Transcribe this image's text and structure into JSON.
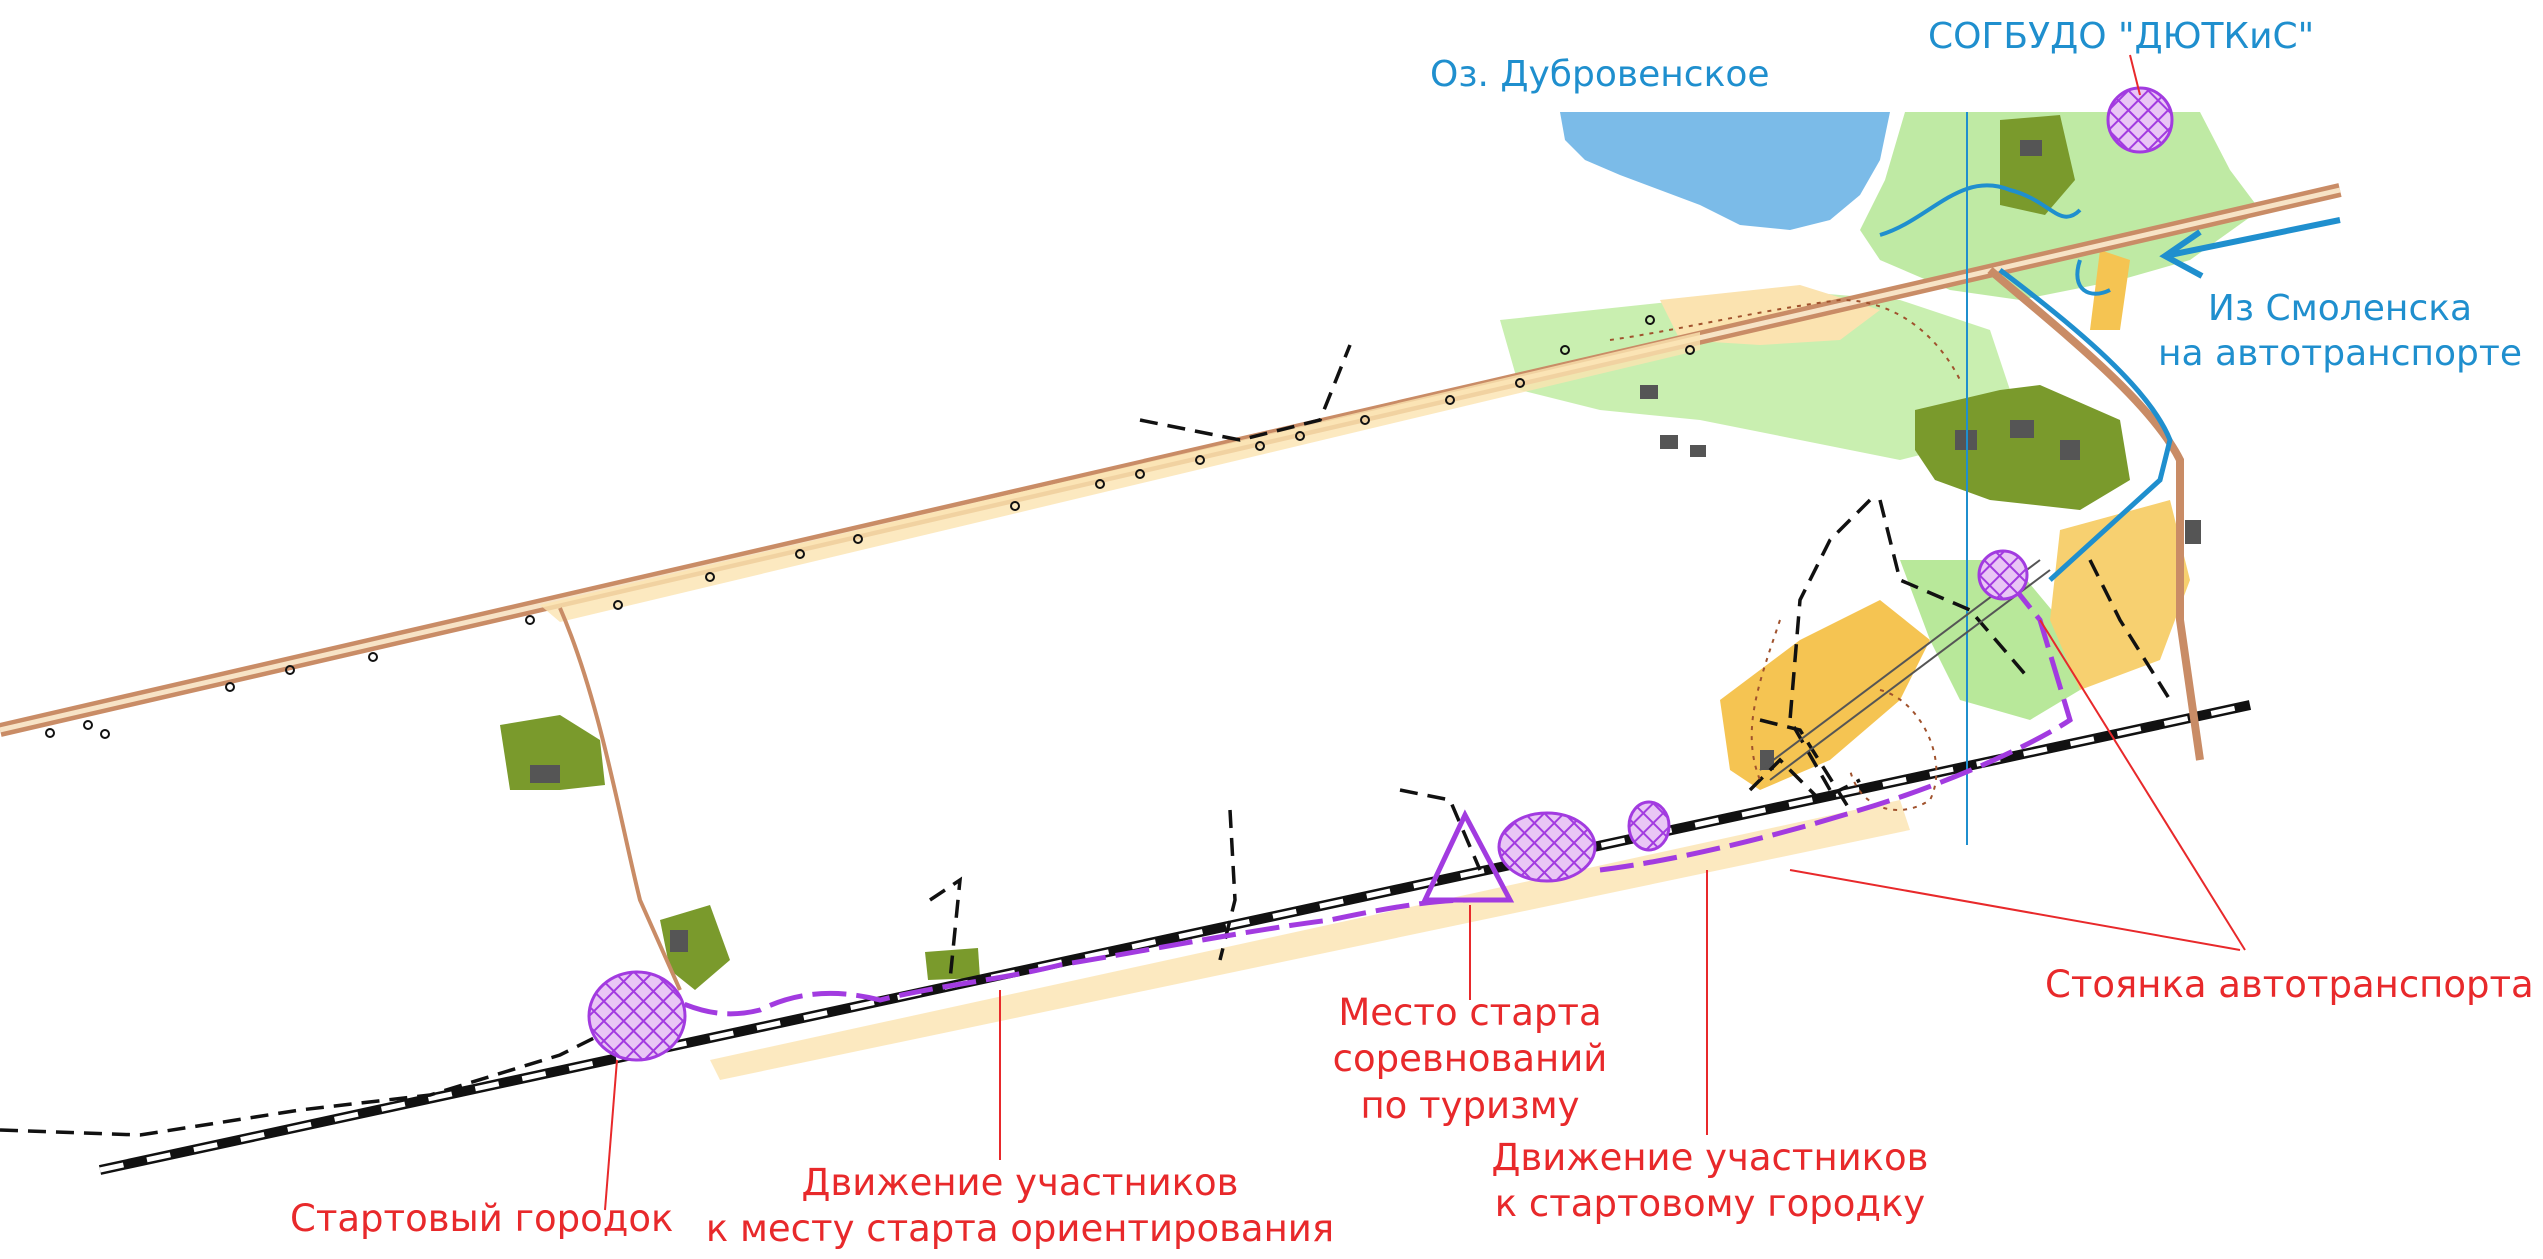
{
  "labels": {
    "lake": "Оз. Дубровенское",
    "school": "СОГБУДО \"ДЮТКиС\"",
    "from_city_line1": "Из Смоленска",
    "from_city_line2": "на автотранспорте",
    "parking": "Стоянка автотранспорта",
    "tourism_start_line1": "Место старта",
    "tourism_start_line2": "соревнований",
    "tourism_start_line3": "по туризму",
    "to_camp_line1": "Движение участников",
    "to_camp_line2": "к стартовому городку",
    "start_camp": "Стартовый городок",
    "to_orient_line1": "Движение участников",
    "to_orient_line2": "к месту старта ориентирования"
  },
  "colors": {
    "annotation_red": "#e8292b",
    "annotation_blue": "#1f8fce",
    "route_purple": "#a23be0",
    "water": "#7bbbe8",
    "forest_green": "#b8e89a",
    "built_area": "#7a9a2c",
    "open_land": "#fbd98c",
    "road": "#c98c66"
  },
  "icons": {
    "start_triangle": "triangle-icon",
    "hatched_zone": "crosshatch-zone-icon",
    "arrow": "arrow-left-icon"
  }
}
